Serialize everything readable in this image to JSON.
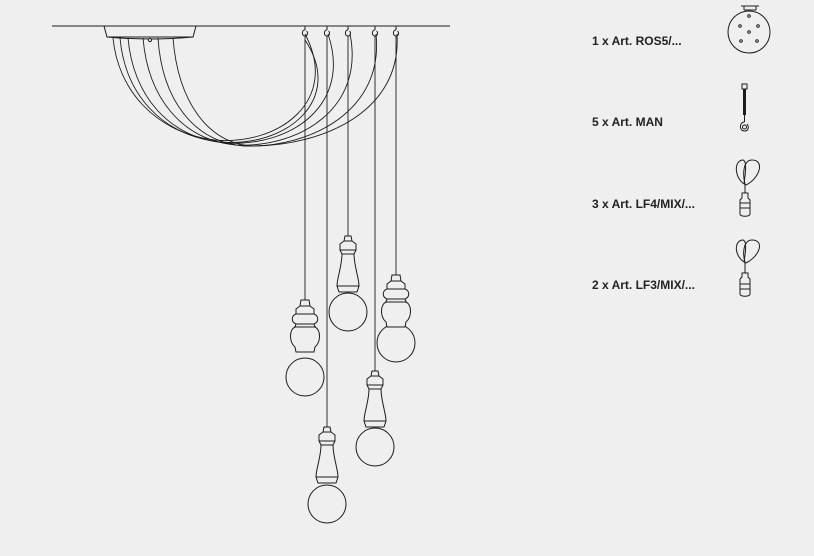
{
  "parts": [
    {
      "quantity": 1,
      "label": "1 x Art. ROS5/...",
      "icon": "ceiling-rose-icon"
    },
    {
      "quantity": 5,
      "label": "5 x Art. MAN",
      "icon": "hook-icon"
    },
    {
      "quantity": 3,
      "label": "3 x Art. LF4/MIX/...",
      "icon": "pendant-lf4-icon"
    },
    {
      "quantity": 2,
      "label": "2 x Art. LF3/MIX/...",
      "icon": "pendant-lf3-icon"
    }
  ],
  "colors": {
    "background": "#efefef",
    "line": "#1c1c1c",
    "text": "#222222"
  }
}
